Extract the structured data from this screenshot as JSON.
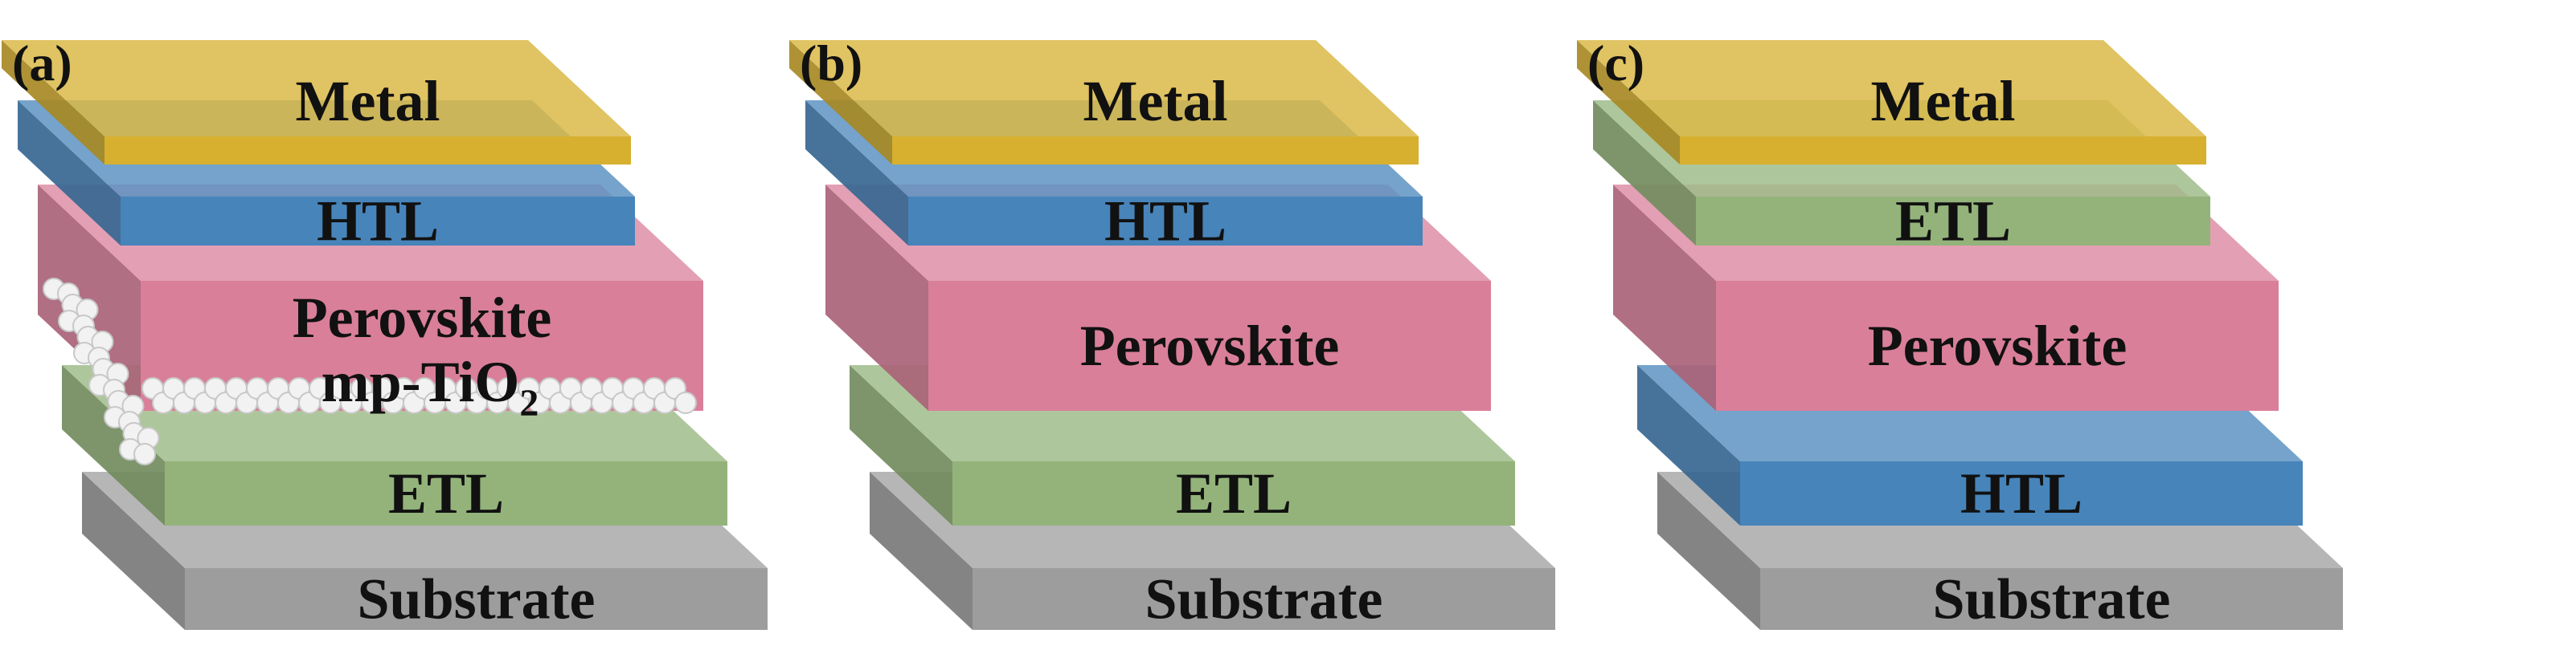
{
  "colors": {
    "Metal": "#d6b02e",
    "HTL": "#4784ba",
    "Perovskite": "#d97f9a",
    "ETL": "#93b37a",
    "Substrate": "#9d9d9d",
    "nanoparticle": "#f2f2f2"
  },
  "panels": [
    {
      "label": "(a)",
      "layers": [
        {
          "name": "Substrate",
          "label": "Substrate"
        },
        {
          "name": "ETL",
          "label": "ETL"
        },
        {
          "name": "Perovskite",
          "label": "Perovskite",
          "note": "mp-TiO",
          "note_sub": "2"
        },
        {
          "name": "HTL",
          "label": "HTL"
        },
        {
          "name": "Metal",
          "label": "Metal"
        }
      ]
    },
    {
      "label": "(b)",
      "layers": [
        {
          "name": "Substrate",
          "label": "Substrate"
        },
        {
          "name": "ETL",
          "label": "ETL"
        },
        {
          "name": "Perovskite",
          "label": "Perovskite"
        },
        {
          "name": "HTL",
          "label": "HTL"
        },
        {
          "name": "Metal",
          "label": "Metal"
        }
      ]
    },
    {
      "label": "(c)",
      "layers": [
        {
          "name": "Substrate",
          "label": "Substrate"
        },
        {
          "name": "HTL",
          "label": "HTL"
        },
        {
          "name": "Perovskite",
          "label": "Perovskite"
        },
        {
          "name": "ETL",
          "label": "ETL"
        },
        {
          "name": "Metal",
          "label": "Metal"
        }
      ]
    }
  ]
}
